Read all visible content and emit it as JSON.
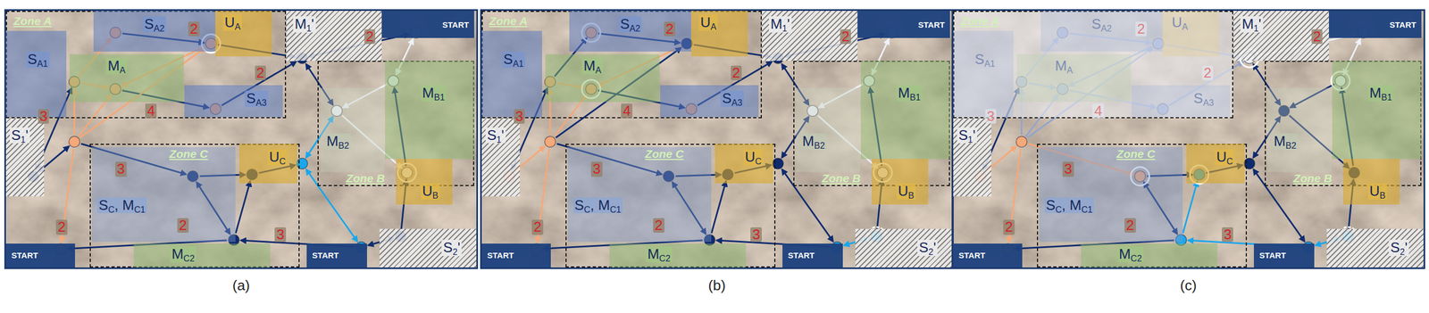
{
  "diagram": {
    "nodes": [
      {
        "text": [
          "(a)"
        ]
      },
      {
        "text": [
          "Zone A"
        ],
        "in": 0
      },
      {
        "text": [
          "SA1"
        ],
        "in": 1
      },
      {
        "text": [
          "SA2"
        ],
        "in": 1
      },
      {
        "text": [
          "UA"
        ],
        "in": 1
      },
      {
        "text": [
          "MA"
        ],
        "in": 1
      },
      {
        "text": [
          "SA3"
        ],
        "in": 1
      },
      {
        "text": [
          "M1'"
        ],
        "in": 0
      },
      {
        "text": [
          "START"
        ],
        "in": 0
      },
      {
        "text": [
          "Zone B"
        ],
        "in": 0
      },
      {
        "text": [
          "MB1"
        ],
        "in": 9
      },
      {
        "text": [
          "MB2"
        ],
        "in": 9
      },
      {
        "text": [
          "UB"
        ],
        "in": 9
      },
      {
        "text": [
          "S1'"
        ],
        "in": 0
      },
      {
        "text": [
          "Zone C"
        ],
        "in": 0
      },
      {
        "text": [
          "SC, MC1"
        ],
        "in": 14
      },
      {
        "text": [
          "UC"
        ],
        "in": 14
      },
      {
        "text": [
          "MC2"
        ],
        "in": 14
      },
      {
        "text": [
          "START"
        ],
        "in": 0
      },
      {
        "text": [
          "START"
        ],
        "in": 0
      },
      {
        "text": [
          "S2'"
        ],
        "in": 0
      },
      {
        "text": [
          "(b)"
        ]
      },
      {
        "text": [
          "Zone A"
        ],
        "in": 21
      },
      {
        "text": [
          "SA1"
        ],
        "in": 22
      },
      {
        "text": [
          "SA2"
        ],
        "in": 22
      },
      {
        "text": [
          "UA"
        ],
        "in": 22
      },
      {
        "text": [
          "MA"
        ],
        "in": 22
      },
      {
        "text": [
          "SA3"
        ],
        "in": 22
      },
      {
        "text": [
          "M1'"
        ],
        "in": 21
      },
      {
        "text": [
          "START"
        ],
        "in": 21
      },
      {
        "text": [
          "Zone B"
        ],
        "in": 21
      },
      {
        "text": [
          "MB1"
        ],
        "in": 30
      },
      {
        "text": [
          "MB2"
        ],
        "in": 30
      },
      {
        "text": [
          "UB"
        ],
        "in": 30
      },
      {
        "text": [
          "S1'"
        ],
        "in": 21
      },
      {
        "text": [
          "Zone C"
        ],
        "in": 21
      },
      {
        "text": [
          "SC, MC1"
        ],
        "in": 35
      },
      {
        "text": [
          "UC"
        ],
        "in": 35
      },
      {
        "text": [
          "MC2"
        ],
        "in": 35
      },
      {
        "text": [
          "START"
        ],
        "in": 21
      },
      {
        "text": [
          "START"
        ],
        "in": 21
      },
      {
        "text": [
          "S2'"
        ],
        "in": 21
      },
      {
        "text": [
          "(c)"
        ]
      },
      {
        "text": [
          "Zone A"
        ],
        "in": 42
      },
      {
        "text": [
          "SA1"
        ],
        "in": 43
      },
      {
        "text": [
          "SA2"
        ],
        "in": 43
      },
      {
        "text": [
          "UA"
        ],
        "in": 43
      },
      {
        "text": [
          "MA"
        ],
        "in": 43
      },
      {
        "text": [
          "SA3"
        ],
        "in": 43
      },
      {
        "text": [
          "M1'"
        ],
        "in": 42
      },
      {
        "text": [
          "START"
        ],
        "in": 42
      },
      {
        "text": [
          "Zone B"
        ],
        "in": 42
      },
      {
        "text": [
          "MB1"
        ],
        "in": 51
      },
      {
        "text": [
          "MB2"
        ],
        "in": 51
      },
      {
        "text": [
          "UB"
        ],
        "in": 51
      },
      {
        "text": [
          "S1'"
        ],
        "in": 42
      },
      {
        "text": [
          "Zone C"
        ],
        "in": 42
      },
      {
        "text": [
          "SC, MC1"
        ],
        "in": 56
      },
      {
        "text": [
          "UC"
        ],
        "in": 56
      },
      {
        "text": [
          "MC2"
        ],
        "in": 56
      },
      {
        "text": [
          "START"
        ],
        "in": 42
      },
      {
        "text": [
          "START"
        ],
        "in": 42
      },
      {
        "text": [
          "S2'"
        ],
        "in": 42
      }
    ],
    "labels": [
      "2",
      "2",
      "2",
      "3",
      "4",
      "3",
      "2",
      "2",
      "3",
      "2",
      "2",
      "2",
      "3",
      "4",
      "3",
      "2",
      "2",
      "3",
      "2",
      "2",
      "2",
      "3",
      "4",
      "3",
      "2",
      "2",
      "3"
    ]
  }
}
